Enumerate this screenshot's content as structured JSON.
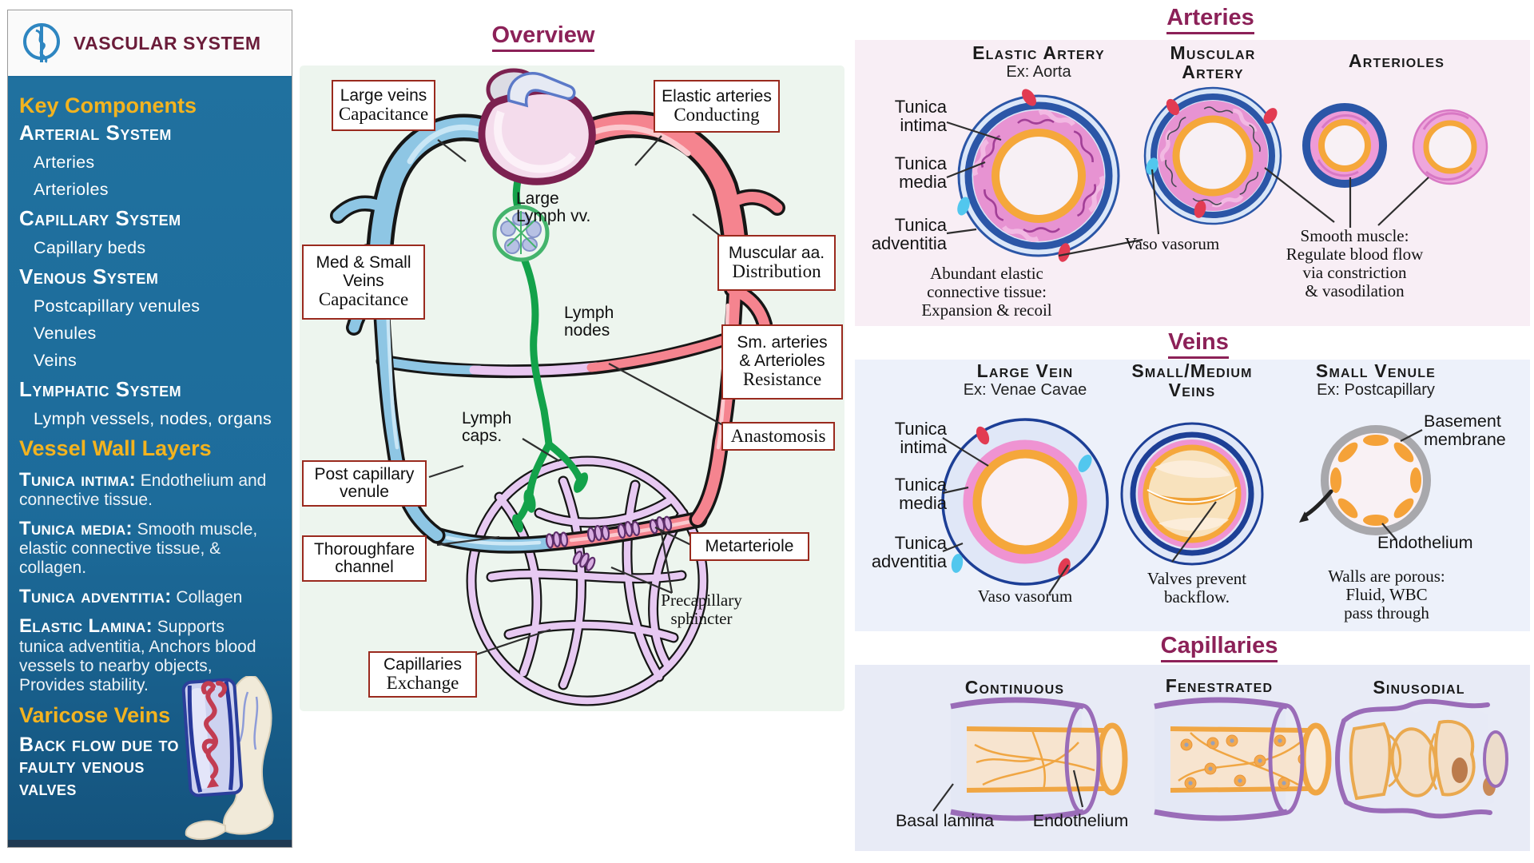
{
  "sidebar": {
    "title": "VASCULAR SYSTEM",
    "logo_icon": "rod-of-asclepius-icon",
    "key_components": {
      "heading": "Key Components",
      "sections": [
        {
          "header": "Arterial System",
          "items": [
            "Arteries",
            "Arterioles"
          ]
        },
        {
          "header": "Capillary System",
          "items": [
            "Capillary beds"
          ]
        },
        {
          "header": "Venous System",
          "items": [
            "Postcapillary venules",
            "Venules",
            "Veins"
          ]
        },
        {
          "header": "Lymphatic System",
          "items": [
            "Lymph vessels, nodes, organs"
          ]
        }
      ]
    },
    "vessel_wall": {
      "heading": "Vessel Wall Layers",
      "layers": [
        {
          "term": "Tunica intima:",
          "desc": "Endothelium and connective tissue."
        },
        {
          "term": "Tunica media:",
          "desc": "Smooth muscle, elastic connective tissue, & collagen."
        },
        {
          "term": "Tunica adventitia:",
          "desc": "Collagen"
        },
        {
          "term": "Elastic Lamina:",
          "desc": "Supports tunica adventitia, Anchors blood vessels to nearby objects, Provides stability."
        }
      ]
    },
    "varicose": {
      "heading": "Varicose Veins",
      "note": "Back flow due to\nfaulty venous valves"
    }
  },
  "overview": {
    "title": "Overview",
    "callouts": {
      "large_veins": {
        "label": "Large veins",
        "sub": "Capacitance"
      },
      "elastic_arteries": {
        "label": "Elastic arteries",
        "sub": "Conducting"
      },
      "med_small_veins": {
        "label": "Med & Small\nVeins",
        "sub": "Capacitance"
      },
      "muscular_aa": {
        "label": "Muscular aa.",
        "sub": "Distribution"
      },
      "sm_arteries": {
        "label": "Sm. arteries\n& Arterioles",
        "sub": "Resistance"
      },
      "anastomosis": {
        "sub": "Anastomosis"
      },
      "post_capillary_venule": {
        "label": "Post capillary\nvenule"
      },
      "thoroughfare_channel": {
        "label": "Thoroughfare\nchannel"
      },
      "metarteriole": {
        "label": "Metarteriole"
      },
      "capillaries": {
        "label": "Capillaries",
        "sub": "Exchange"
      }
    },
    "labels": {
      "large_lymph": "Large\nLymph vv.",
      "lymph_nodes": "Lymph\nnodes",
      "lymph_caps": "Lymph\ncaps.",
      "precapillary_sphincter": "Precapillary\nsphincter"
    }
  },
  "arteries": {
    "title": "Arteries",
    "columns": {
      "elastic": {
        "name": "Elastic Artery",
        "example": "Ex: Aorta"
      },
      "muscular": {
        "name": "Muscular Artery"
      },
      "arterioles": {
        "name": "Arterioles"
      }
    },
    "labels": {
      "tunica_intima": "Tunica\nintima",
      "tunica_media": "Tunica\nmedia",
      "tunica_adventitia": "Tunica\nadventitia",
      "vaso_vasorum": "Vaso vasorum"
    },
    "notes": {
      "elastic_note": "Abundant elastic\nconnective tissue:\nExpansion & recoil",
      "smooth_muscle_note": "Smooth muscle:\nRegulate blood flow\nvia constriction\n& vasodilation"
    }
  },
  "veins": {
    "title": "Veins",
    "columns": {
      "large": {
        "name": "Large Vein",
        "example": "Ex: Venae Cavae"
      },
      "small_medium": {
        "name": "Small/Medium\nVeins"
      },
      "small_venule": {
        "name": "Small Venule",
        "example": "Ex: Postcapillary"
      }
    },
    "labels": {
      "tunica_intima": "Tunica\nintima",
      "tunica_media": "Tunica\nmedia",
      "tunica_adventitia": "Tunica\nadventitia",
      "vaso_vasorum": "Vaso vasorum",
      "basement_membrane": "Basement\nmembrane",
      "endothelium": "Endothelium"
    },
    "notes": {
      "valves_note": "Valves prevent\nbackflow.",
      "porous_note": "Walls are porous:\nFluid, WBC\npass through"
    }
  },
  "capillaries": {
    "title": "Capillaries",
    "types": [
      "Continuous",
      "Fenestrated",
      "Sinusodial"
    ],
    "labels": {
      "basal_lamina": "Basal lamina",
      "endothelium": "Endothelium"
    }
  },
  "colors": {
    "sidebar_blue": "#1d6c9b",
    "gold": "#f3b31f",
    "header_maroon": "#6b1d3a",
    "section_title": "#8c2158",
    "callout_border": "#9a2a1e",
    "artery_pink": "#f5848f",
    "vein_blue": "#8ec6e4",
    "lymph_green": "#13a24a",
    "capillary_lavender": "#e7c9f2",
    "overview_bg": "#edf5ee",
    "arteries_bg": "#f8eef5",
    "veins_bg": "#edf1fa",
    "capillaries_bg": "#e8ebf6"
  }
}
